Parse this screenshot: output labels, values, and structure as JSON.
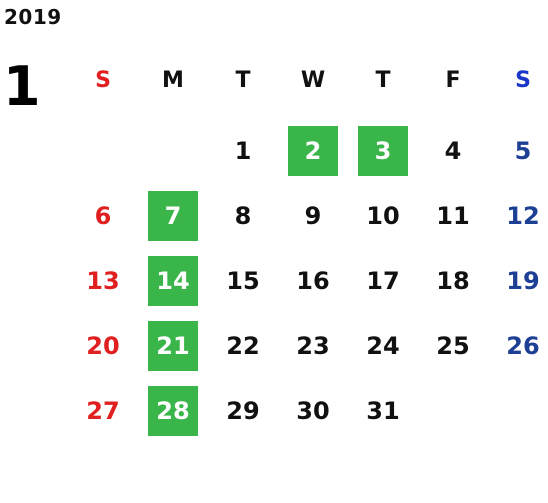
{
  "calendar": {
    "year": "2019",
    "month": "1",
    "weekdays": [
      "S",
      "M",
      "T",
      "W",
      "T",
      "F",
      "S"
    ],
    "weeks": [
      [
        "",
        "",
        "1",
        "2",
        "3",
        "4",
        "5"
      ],
      [
        "6",
        "7",
        "8",
        "9",
        "10",
        "11",
        "12"
      ],
      [
        "13",
        "14",
        "15",
        "16",
        "17",
        "18",
        "19"
      ],
      [
        "20",
        "21",
        "22",
        "23",
        "24",
        "25",
        "26"
      ],
      [
        "27",
        "28",
        "29",
        "30",
        "31",
        "",
        ""
      ]
    ],
    "highlighted_days": [
      "2",
      "3",
      "7",
      "14",
      "21",
      "28"
    ],
    "colors": {
      "sunday": "#e02020",
      "saturday_header": "#1a36c8",
      "saturday": "#1d3f94",
      "highlight_bg": "#3ab54a",
      "highlight_text": "#ffffff",
      "default_text": "#111111"
    }
  }
}
